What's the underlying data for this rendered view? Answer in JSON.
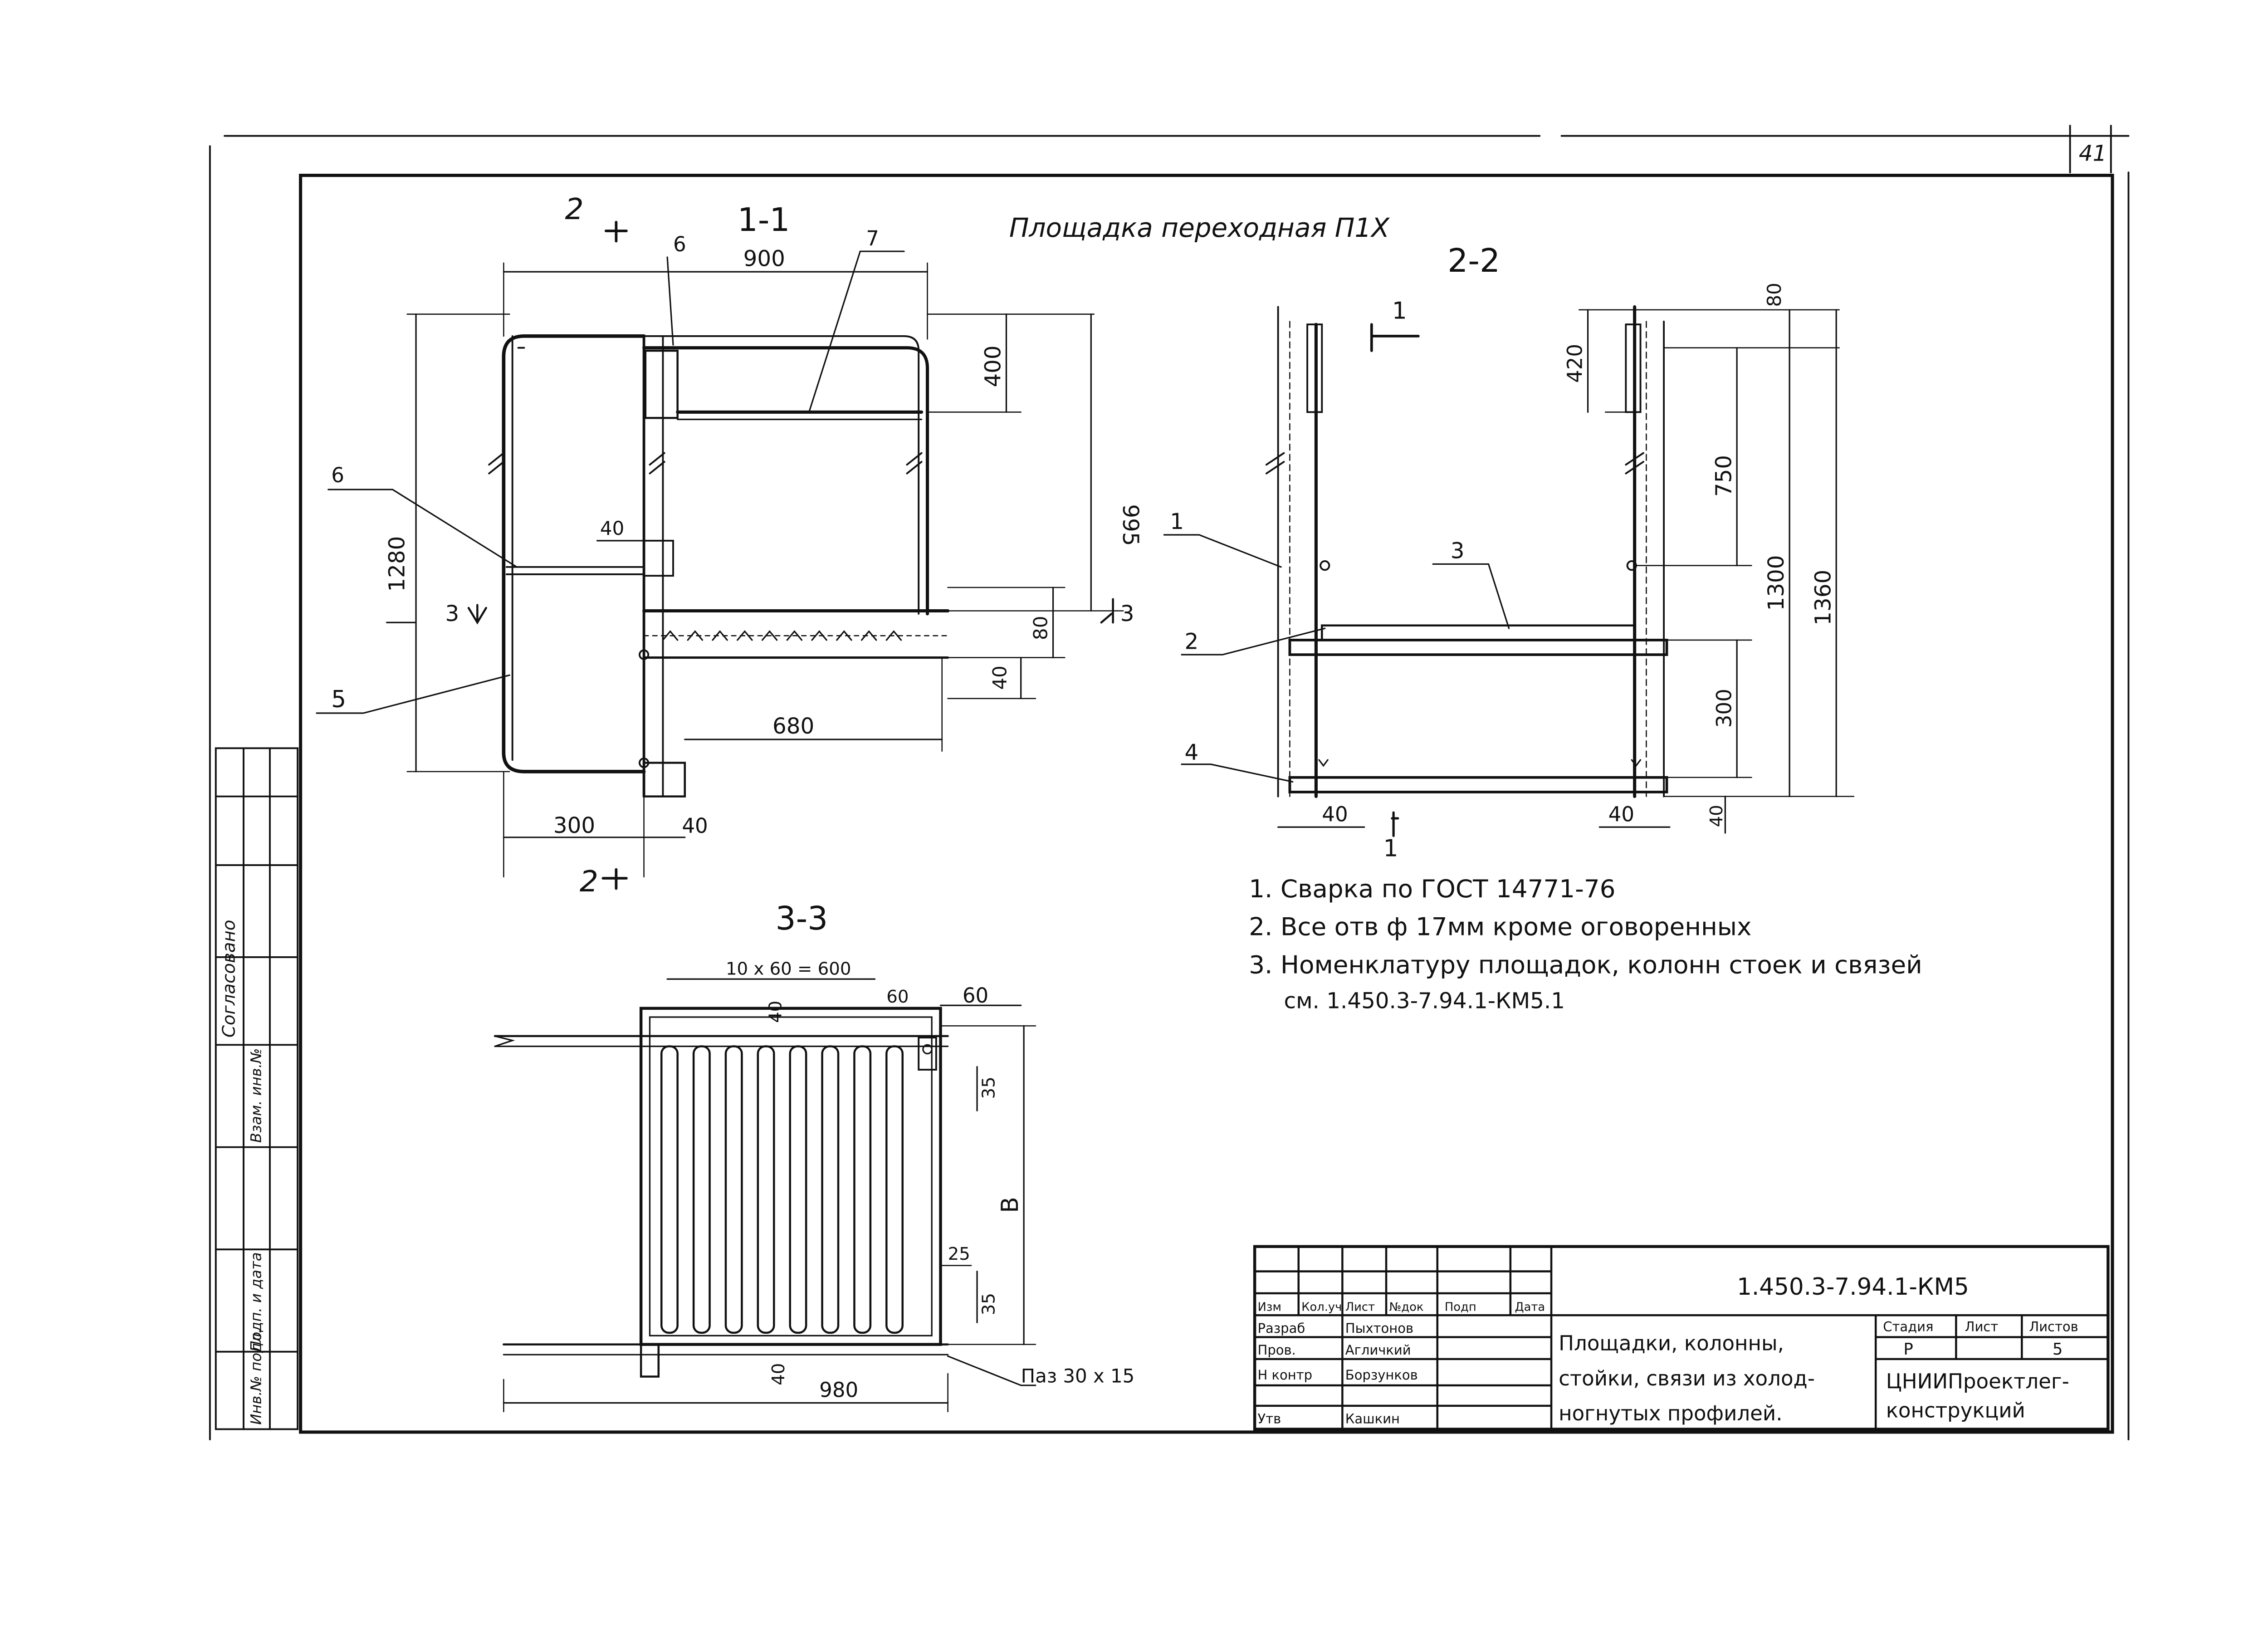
{
  "sheet": {
    "page_number": "41",
    "title": "Площадка переходная П1Х",
    "side_stamp": {
      "agreed": "Согласовано",
      "col1": "Инв.№ подл.",
      "col2": "Подп. и дата",
      "col3": "Взам. инв.№"
    }
  },
  "views": {
    "section_1_1": {
      "label": "1-1",
      "cut_mark": "2",
      "dims": {
        "width_top": "900",
        "height_total": "1280",
        "upper": "400",
        "right_height": "995",
        "lower_tread": "80",
        "lower_40": "40",
        "span_680": "680",
        "left_300": "300",
        "right_40": "40",
        "mid_40": "40"
      },
      "callouts": [
        "6",
        "7",
        "6",
        "5"
      ],
      "section_3_mark": "3"
    },
    "section_2_2": {
      "label": "2-2",
      "cut_mark": "1",
      "dims": {
        "top_80": "80",
        "top_420": "420",
        "h_750": "750",
        "h_1300": "1300",
        "h_1360": "1360",
        "h_300": "300",
        "bot_40_left": "40",
        "bot_40_right": "40",
        "bot_40_side": "40"
      },
      "callouts": [
        "1",
        "3",
        "2",
        "4"
      ]
    },
    "section_3_3": {
      "label": "3-3",
      "dims": {
        "spacing": "10 x 60 = 600",
        "top_60a": "60",
        "top_60b": "60",
        "d_40": "40",
        "d_35_top": "35",
        "height_B": "В",
        "d_25": "25",
        "d_35_bot": "35",
        "d_40_bot": "40",
        "width_980": "980",
        "slot": "Паз 30 x 15"
      }
    }
  },
  "notes": [
    "1. Сварка по ГОСТ 14771-76",
    "2. Все отв ф 17мм кроме оговоренных",
    "3. Номенклатуру площадок, колонн стоек и связей",
    "см. 1.450.3-7.94.1-КМ5.1"
  ],
  "title_block": {
    "code": "1.450.3-7.94.1-КМ5",
    "headers": [
      "Изм",
      "Кол.уч",
      "Лист",
      "№док",
      "Подп",
      "Дата"
    ],
    "rows": [
      {
        "role": "Разраб",
        "name": "Пыхтонов",
        "sign": ""
      },
      {
        "role": "Пров.",
        "name": "Агличкий",
        "sign": ""
      },
      {
        "role": "Н контр",
        "name": "Борзунков",
        "sign": ""
      },
      {
        "role": "Утв",
        "name": "Кашкин",
        "sign": ""
      }
    ],
    "description": [
      "Площадки, колонны,",
      "стойки, связи из холод-",
      "ногнутых профилей."
    ],
    "stage_label": "Стадия",
    "sheet_label": "Лист",
    "sheets_label": "Листов",
    "stage": "Р",
    "sheets": "5",
    "org": [
      "ЦНИИПроектлег-",
      "конструкций"
    ]
  }
}
